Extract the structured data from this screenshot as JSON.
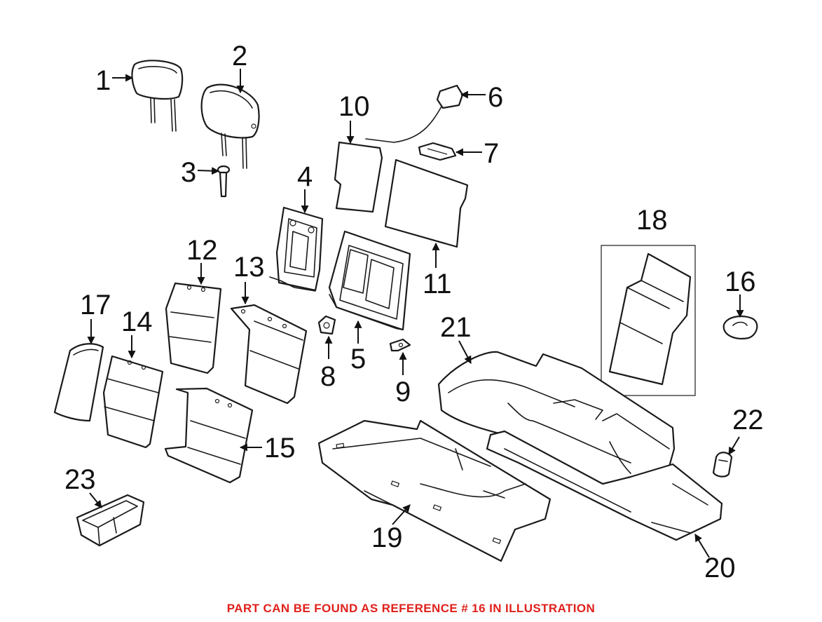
{
  "callouts": {
    "c1": "1",
    "c2": "2",
    "c3": "3",
    "c4": "4",
    "c5": "5",
    "c6": "6",
    "c7": "7",
    "c8": "8",
    "c9": "9",
    "c10": "10",
    "c11": "11",
    "c12": "12",
    "c13": "13",
    "c14": "14",
    "c15": "15",
    "c16": "16",
    "c17": "17",
    "c18": "18",
    "c19": "19",
    "c20": "20",
    "c21": "21",
    "c22": "22",
    "c23": "23"
  },
  "footer": {
    "note": "PART CAN BE FOUND AS REFERENCE # 16 IN ILLUSTRATION",
    "note_color": "#e0201b"
  }
}
